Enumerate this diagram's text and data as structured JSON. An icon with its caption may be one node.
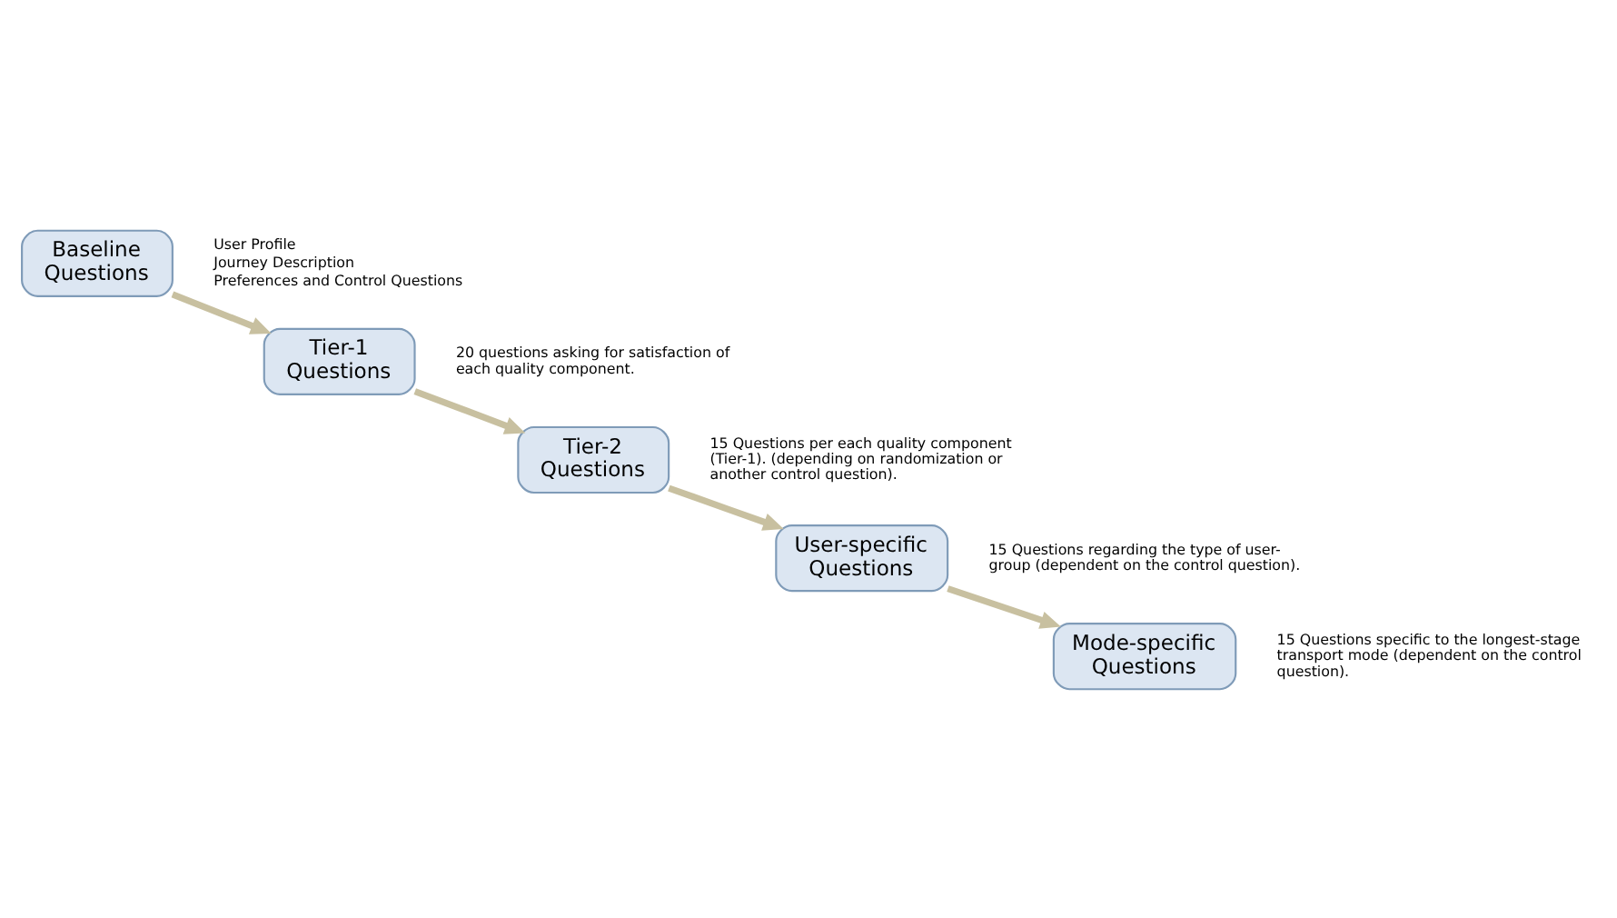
{
  "diagram": {
    "nodes": [
      {
        "text": [
          "Baseline Questions"
        ],
        "beside": [
          "User Profile",
          "Journey Description",
          "Preferences and Control Questions"
        ]
      },
      {
        "text": [
          "Tier-1 Questions"
        ],
        "beside": [
          "20 questions asking for satisfaction of each quality component."
        ]
      },
      {
        "text": [
          "Tier-2 Questions"
        ],
        "beside": [
          "15 Questions per each quality component (Tier-1). (depending on randomization or another control question)."
        ]
      },
      {
        "text": [
          "User-specific Questions"
        ],
        "beside": [
          "15 Questions regarding the type of user-group (dependent on the control question)."
        ]
      },
      {
        "text": [
          "Mode-specific Questions"
        ],
        "beside": [
          "15 Questions specific to the longest-stage transport mode (dependent on the control question)."
        ]
      }
    ],
    "edges": [
      {
        "from": 0,
        "to": 1,
        "arrow": "to"
      },
      {
        "from": 1,
        "to": 2,
        "arrow": "to"
      },
      {
        "from": 2,
        "to": 3,
        "arrow": "to"
      },
      {
        "from": 3,
        "to": 4,
        "arrow": "to"
      }
    ]
  }
}
